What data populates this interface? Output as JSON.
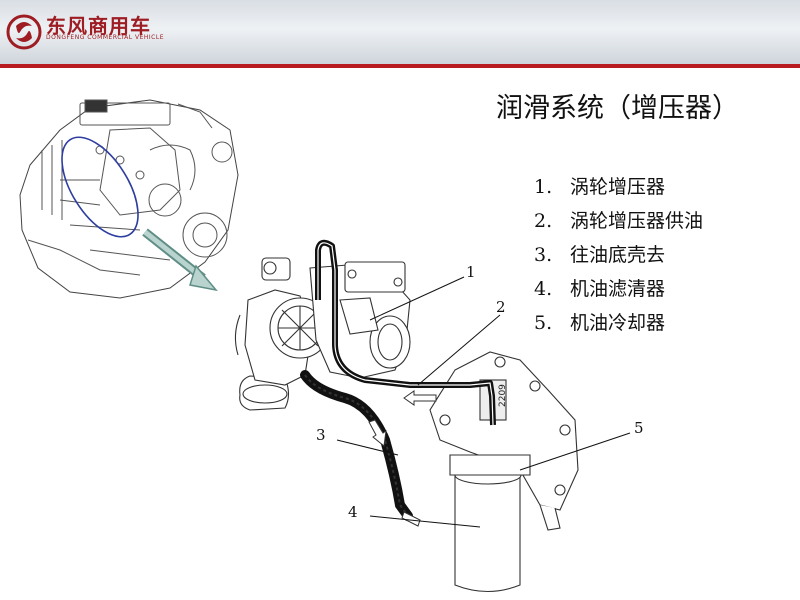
{
  "header": {
    "brand_name": "东风商用车",
    "brand_tagline": "DONGFENG COMMERCIAL VEHICLE",
    "logo_icon": "dongfeng-swirl-icon",
    "accent_color": "#b81c22"
  },
  "title": "润滑系统（增压器）",
  "legend": [
    {
      "number": "1.",
      "label": "涡轮增压器"
    },
    {
      "number": "2.",
      "label": "涡轮增压器供油"
    },
    {
      "number": "3.",
      "label": "往油底壳去"
    },
    {
      "number": "4.",
      "label": "机油滤清器"
    },
    {
      "number": "5.",
      "label": "机油冷却器"
    }
  ],
  "callouts": [
    "1",
    "2",
    "3",
    "4",
    "5"
  ],
  "part_marking": "2209"
}
